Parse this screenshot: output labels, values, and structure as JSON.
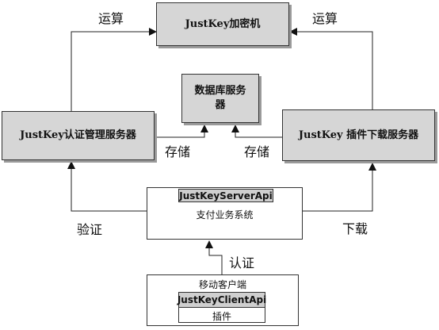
{
  "nodes": {
    "encryptor": "JustKey加密机",
    "db_server": "数据库服务器",
    "auth_server": "JustKey认证管理服务器",
    "plugin_server": "JustKey 插件下载服务器",
    "server_api": "JustKeyServerApi",
    "payment_system": "支付业务系统",
    "mobile_client": "移动客户端",
    "client_api": "JustKeyClientApi",
    "plugin": "插件"
  },
  "edges": {
    "compute_left": "运算",
    "compute_right": "运算",
    "store_left": "存储",
    "store_right": "存储",
    "verify": "验证",
    "download": "下载",
    "authenticate": "认证"
  }
}
